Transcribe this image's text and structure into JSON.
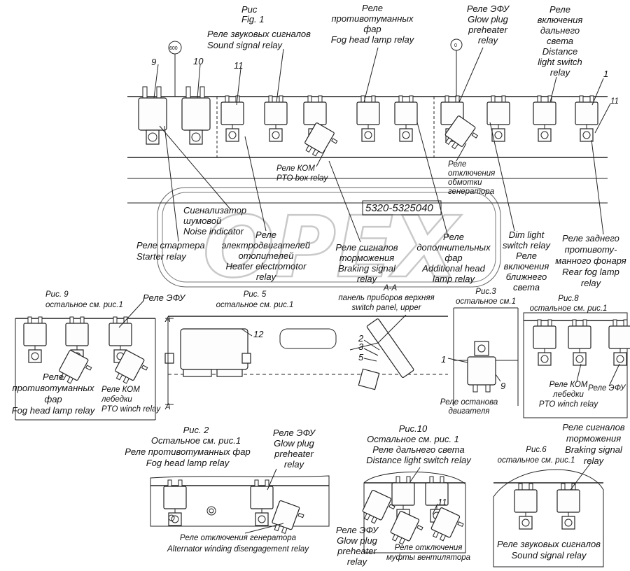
{
  "sheet_code": "5320-5325040",
  "watermark": "OPEX",
  "fig1": {
    "title": "Рис\nFig. 1",
    "sound_signal_relay": "Реле звуковых сигналов\nSound signal relay",
    "fog_head_lamp_relay": "Реле\nпротивотуманных\nфар\nFog head lamp relay",
    "glow_plug_relay": "Реле ЭФУ\nGlow plug\npreheater\nrelay",
    "distance_light_relay": "Реле\nвключения\nдальнего\nсвета\nDistance\nlight switch\nrelay",
    "pto_box_relay": "Реле КОМ\nPTO box relay",
    "alternator_off_relay": "Реле\nотключения\nобмотки\nгенератора",
    "noise_indicator": "Сигнализатор\nшумовой\nNoise indicator",
    "heater_relay": "Реле\nэлектродвигателей\nотопителей\nHeater electromotor\nrelay",
    "starter_relay": "Реле стартера\nStarter relay",
    "braking_relay": "Реле сигналов\nторможения\nBraking signal\nrelay",
    "additional_fog_relay": "Реле\nдополнительных\nфар\nAdditional head\nlamp relay",
    "dim_light_relay": "Dim light\nswitch relay\nРеле\nвключения\nближнего\nсвета",
    "rear_fog_relay": "Реле заднего\nпротивоту-\nманного фонаря\nRear fog lamp\nrelay",
    "num_9": "9",
    "num_10": "10",
    "num_11": "11",
    "num_1": "1",
    "num_11b": "11",
    "circle_600": "600",
    "circle_0": "0"
  },
  "fig9": {
    "title": "Рис. 9\nостальное см. рис.1",
    "glow_plug_relay": "Реле ЭФУ",
    "fog_relay": "Реле\nпротивотуманных\nфар\nFog head lamp relay",
    "pto_winch_relay": "Реле КОМ\nлебедки\nPTO winch relay"
  },
  "fig5": {
    "title": "Рис. 5\nостальное см. рис.1",
    "num_12": "12",
    "section_a_left": "A",
    "section_a_left2": "A",
    "section_aa": "A-A",
    "switch_panel": "панель приборов верхняя\nswitch panel, upper",
    "num_2": "2",
    "num_3": "3",
    "num_5": "5"
  },
  "fig3": {
    "title": "Рис.3\nостальное см.1",
    "num_1": "1",
    "num_9": "9",
    "engine_stop_relay": "Реле останова\nдвигателя"
  },
  "fig8": {
    "title": "Рис.8\nостальное см. рис.1",
    "pto_winch_relay": "Реле КОМ\nлебедки\nPTO winch relay",
    "glow_plug_partial": "Реле ЭФУ"
  },
  "fig2": {
    "title": "Рис. 2\nОстальное см. рис.1",
    "fog_relay": "Реле противотуманных фар\nFog head lamp relay",
    "glow_plug_relay": "Реле ЭФУ\nGlow plug\npreheater\nrelay",
    "alternator_relay": "Реле отключения генератора\nAlternator winding disengagement relay"
  },
  "fig10": {
    "title": "Рис.10\nОстальное см. рис. 1",
    "distance_light_relay": "Реле дальнего света\nDistance light switch relay",
    "num_11": "11",
    "glow_plug_relay": "Реле ЭФУ\nGlow plug\npreheater\nrelay",
    "fan_clutch_relay": "Реле отключения\nмуфты вентилятора"
  },
  "fig6": {
    "title": "Рис.6\nостальное см. рис.1",
    "braking_relay": "Реле сигналов\nторможения\nBraking signal\nrelay",
    "sound_relay": "Реле звуковых сигналов\nSound signal relay"
  }
}
